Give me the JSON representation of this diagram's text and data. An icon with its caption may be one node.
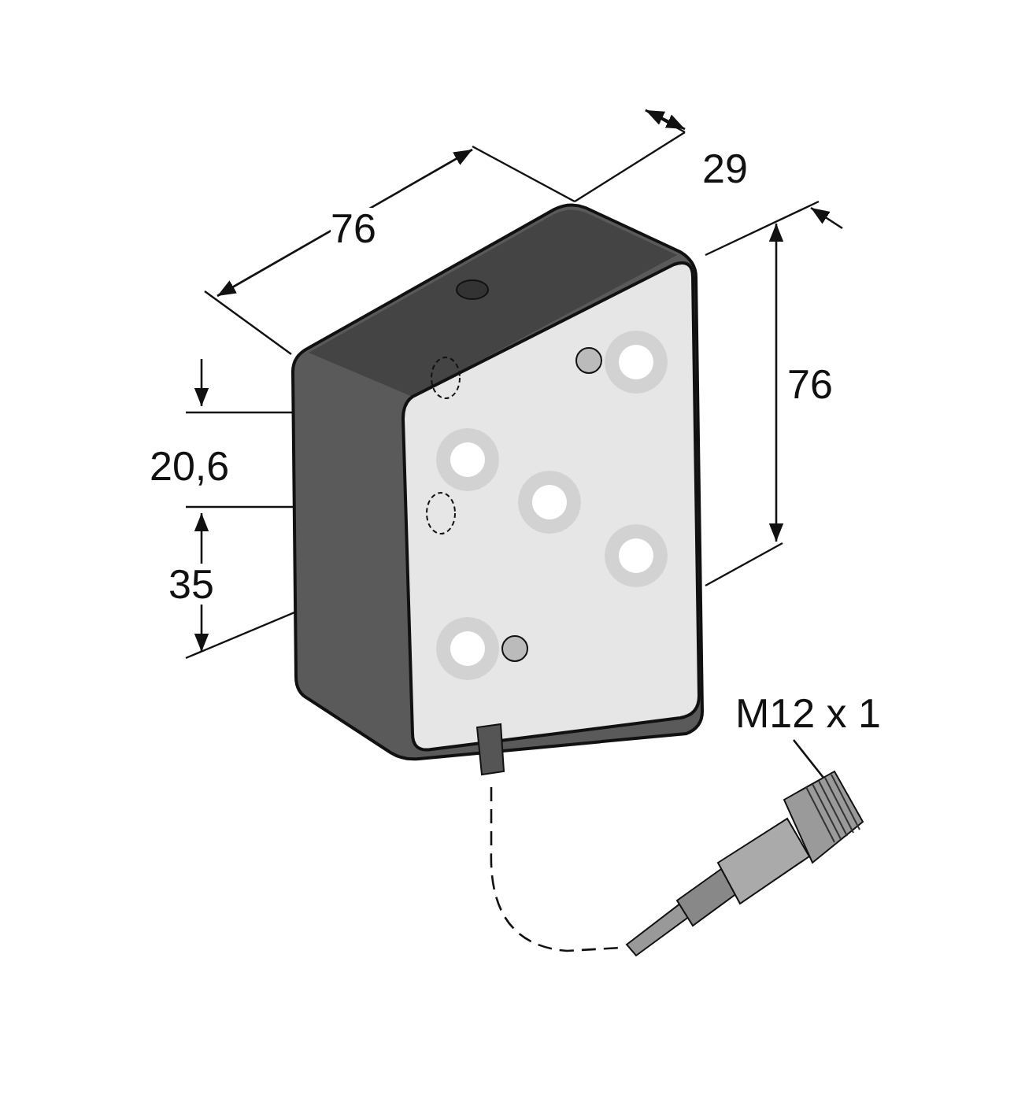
{
  "diagram": {
    "nodes": [
      {
        "text": [
          "M12 x 1"
        ]
      },
      {
        "text": [],
        "shape": "picture"
      }
    ],
    "edges": [
      {
        "from": 0,
        "to": 1,
        "arrow": "none"
      }
    ],
    "labels": [
      "29",
      "76",
      "76",
      "20,6",
      "35"
    ]
  }
}
